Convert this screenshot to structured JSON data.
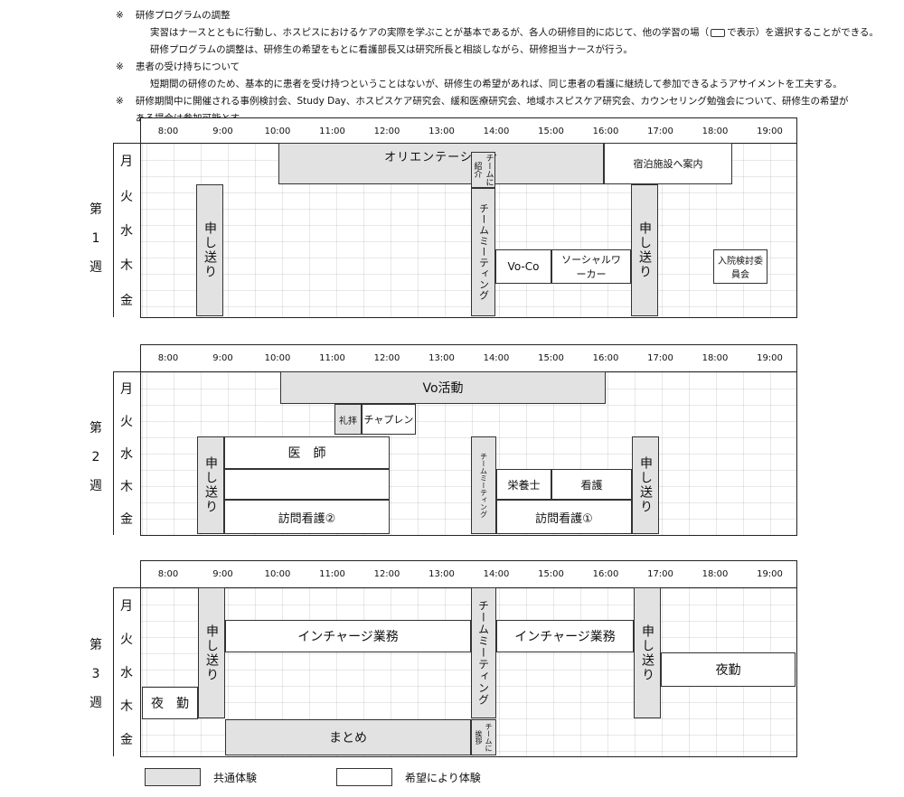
{
  "notes": [
    {
      "mark": "※",
      "lines": [
        "研修プログラムの調整",
        "実習はナースとともに行動し、ホスピスにおけるケアの実際を学ぶことが基本であるが、各人の研修目的に応じて、他の学習の場（",
        "で表示）を選択することができる。",
        "研修プログラムの調整は、研修生の希望をもとに看護部長又は研究所長と相談しながら、研修担当ナースが行う。"
      ]
    },
    {
      "mark": "※",
      "lines": [
        "患者の受け持ちについて",
        "短期間の研修のため、基本的に患者を受け持つということはないが、研修生の希望があれば、同じ患者の看護に継続して参加できるようアサイメントを工夫する。"
      ]
    },
    {
      "mark": "※",
      "lines": [
        "研修期間中に開催される事例検討会、Study Day、ホスピスケア研究会、緩和医療研究会、地域ホスピスケア研究会、カウンセリング勉強会について、研修生の希望が",
        "ある場合は参加可能とす。"
      ]
    }
  ],
  "times": [
    "8:00",
    "9:00",
    "10:00",
    "11:00",
    "12:00",
    "13:00",
    "14:00",
    "15:00",
    "16:00",
    "17:00",
    "18:00",
    "19:00"
  ],
  "days": [
    "月",
    "火",
    "水",
    "木",
    "金"
  ],
  "weeks": [
    {
      "label": [
        "第",
        "1",
        "週"
      ],
      "blocks": {
        "orient": "オリエンテーション",
        "team_intro": "チームに紹介",
        "lodging": "宿泊施設へ案内",
        "handover_am": "申し送り",
        "team_meeting": "チームミーティング",
        "handover_pm": "申し送り",
        "voco": "Vo-Co",
        "social": "ソーシャルワーカー",
        "admission": "入院検討委員会"
      }
    },
    {
      "label": [
        "第",
        "2",
        "週"
      ],
      "blocks": {
        "vo": "Vo活動",
        "reihai": "礼拝",
        "chaplain": "チャプレン",
        "handover_am": "申し送り",
        "doctor": "医　師",
        "team_meeting": "チームミーティング",
        "nutrition": "栄養士",
        "nursing": "看護",
        "handover_pm": "申し送り",
        "visit2": "訪問看護②",
        "visit1": "訪問看護①"
      }
    },
    {
      "label": [
        "第",
        "3",
        "週"
      ],
      "blocks": {
        "handover_am": "申し送り",
        "incharge_am": "インチャージ業務",
        "team_meeting": "チームミーティング",
        "incharge_pm": "インチャージ業務",
        "handover_pm": "申し送り",
        "night_pm": "夜勤",
        "night_am": "夜　勤",
        "summary": "まとめ",
        "team_greet": "チームに挨拶"
      }
    }
  ],
  "legend": {
    "common": "共通体験",
    "optional": "希望により体験"
  }
}
